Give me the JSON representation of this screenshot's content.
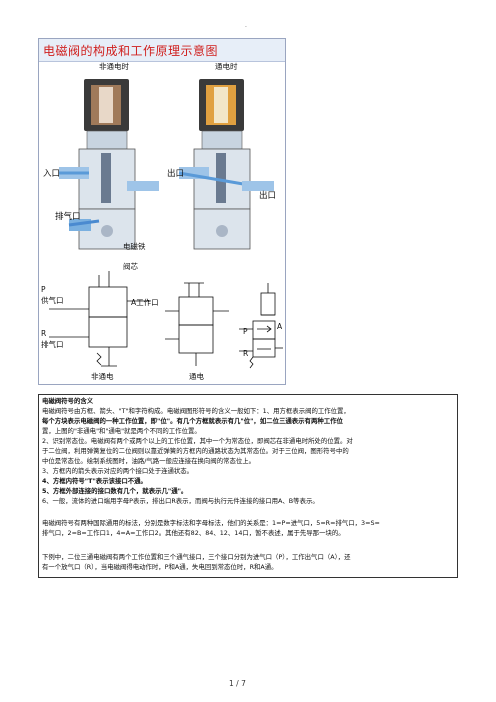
{
  "page": {
    "top_mark": ".",
    "footer": "1  /  7"
  },
  "diagram": {
    "title": "电磁阀的构成和工作原理示意图",
    "labels": {
      "non_energized": "非通电时",
      "energized": "通电时",
      "inlet": "入口",
      "outlet": "出口",
      "exhaust": "排气口",
      "armature": "电磁铁",
      "valve_core": "阀芯",
      "p_supply": "P",
      "supply_port": "供气口",
      "a_work": "A工作口",
      "r_exhaust": "R",
      "exhaust_port": "排气口",
      "non_energized_bottom": "非通电",
      "energized_bottom": "通电",
      "sym_p": "P",
      "sym_r": "R",
      "sym_a": "A"
    }
  },
  "text": {
    "lines": [
      "电磁阀符号的含义",
      "电磁阀符号由方框、箭头、\"T\"和字符构成。电磁阀图形符号的含义一般如下：1、用方框表示阀的工作位置，",
      "每个方块表示电磁阀的一种工作位置，即\"位\"。有几个方框就表示有几\"位\"，如二位三通表示有两种工作位",
      "置，上图的\"非通电\"和\"通电\"就是两个不同的工作位置。",
      "2、识别常态位。电磁阀有两个或两个以上的工作位置，其中一个为常态位，即阀芯在非通电时所处的位置。对",
      "于二位阀，利用弹簧复位的二位阀则以靠近弹簧的方框内的通路状态为其常态位。对于三位阀，图形符号中的",
      "中位是常态位。绘制系统图时，油路/气路一般应连接在换向阀的常态位上。",
      "3、方框内的箭头表示对应的两个接口处于连通状态。",
      "4、方框内符号\"T\"表示该接口不通。",
      "5、方框外部连接的接口数有几个，就表示几\"通\"。",
      "6、一般，流体的进口端用字母P表示，排出口R表示，而阀与执行元件连接的接口用A、B等表示。",
      "",
      "电磁阀符号有两种国际通用的标法，分别是数字标法和字母标法，他们的关系是：1=P=进气口，5=R=排气口，3=S=",
      "排气口，2=B=工作口1，4=A=工作口2。其他还有82、84、12、14口，暂不表述，属于先导那一块的。",
      "",
      "下例中，二位三通电磁阀有两个工作位置和三个通气接口，三个接口分别为进气口（P），工作出气口（A），还",
      "有一个放气口（R），当电磁阀得电动作时，P和A通，失电回到常态位时，R和A通。"
    ]
  }
}
